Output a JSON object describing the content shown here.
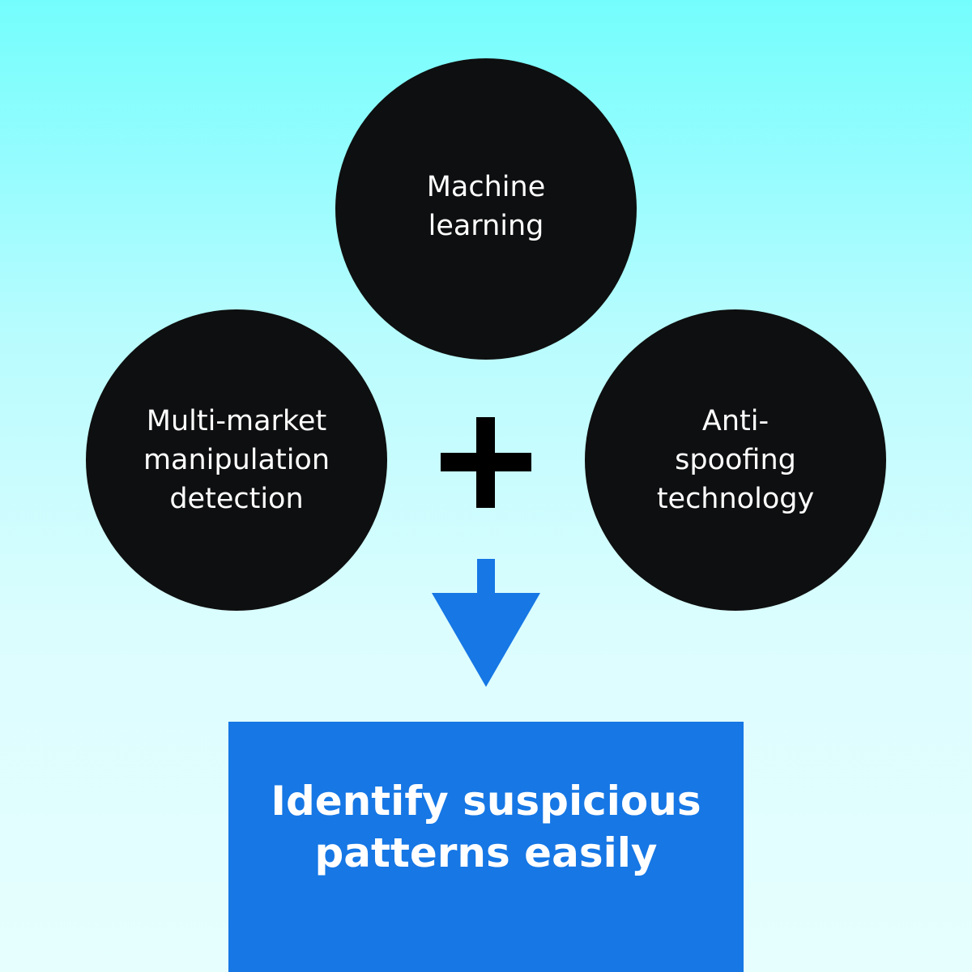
{
  "diagram": {
    "nodes": [
      {
        "id": "top",
        "label": "Machine\nlearning"
      },
      {
        "id": "left",
        "label": "Multi-market\nmanipulation\ndetection"
      },
      {
        "id": "right",
        "label": "Anti-\nspoofing\ntechnology"
      }
    ],
    "result": {
      "label": "Identify suspicious\npatterns easily"
    },
    "colors": {
      "background_top": "#74fdfd",
      "background_bottom": "#e6fefe",
      "circle": "#0e0f10",
      "plus": "#000000",
      "arrow": "#1677e5",
      "result_box": "#1677e5",
      "text": "#ffffff"
    },
    "icons": {
      "combine": "plus-icon",
      "leads_to": "arrow-down-icon"
    }
  }
}
